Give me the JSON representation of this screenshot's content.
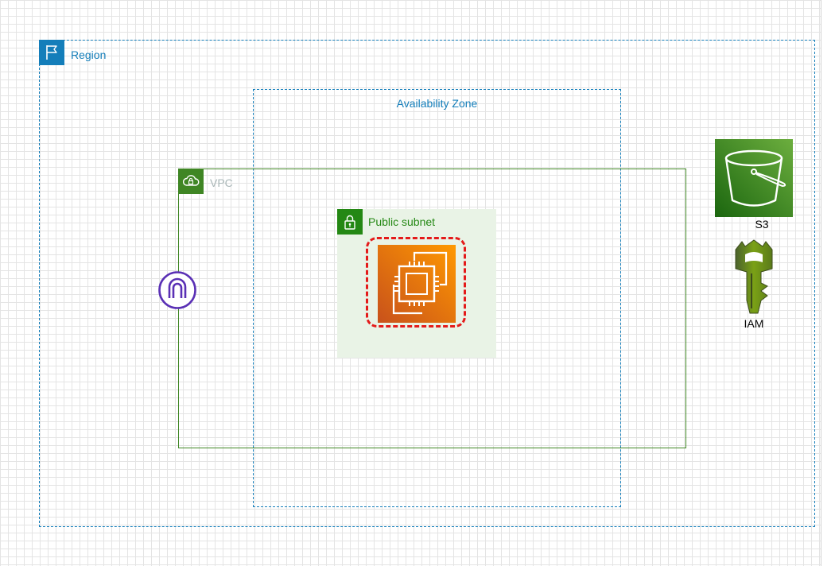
{
  "diagram": {
    "region": {
      "label": "Region",
      "color": "#147eba",
      "icon": "region-flag-icon"
    },
    "availability_zone": {
      "label": "Availability Zone",
      "color": "#147eba"
    },
    "vpc": {
      "label": "VPC",
      "color": "#3f8624",
      "label_color": "#aab7b8",
      "icon": "vpc-cloud-lock-icon"
    },
    "public_subnet": {
      "label": "Public subnet",
      "color": "#248814",
      "fill": "#e9f3e6",
      "icon": "padlock-icon"
    },
    "ec2": {
      "icon": "ec2-instance-icon",
      "highlight_color": "#e41a1a"
    },
    "internet_gateway": {
      "icon": "internet-gateway-icon",
      "color": "#5a30b5"
    },
    "s3": {
      "label": "S3",
      "icon": "s3-bucket-icon"
    },
    "iam": {
      "label": "IAM",
      "icon": "iam-key-icon"
    }
  }
}
